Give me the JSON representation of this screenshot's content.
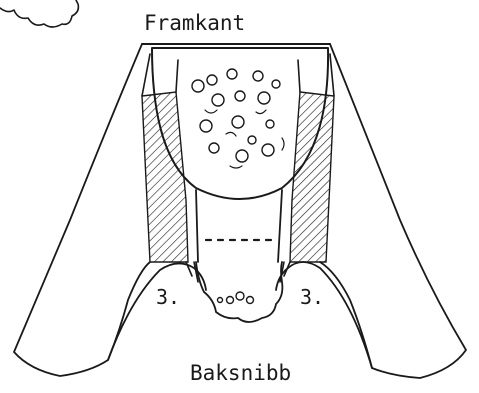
{
  "labels": {
    "top": "Framkant",
    "bottom": "Baksnibb",
    "fold_left": "3.",
    "fold_right": "3."
  },
  "colors": {
    "ink": "#1a1a1a",
    "paper": "#ffffff"
  }
}
